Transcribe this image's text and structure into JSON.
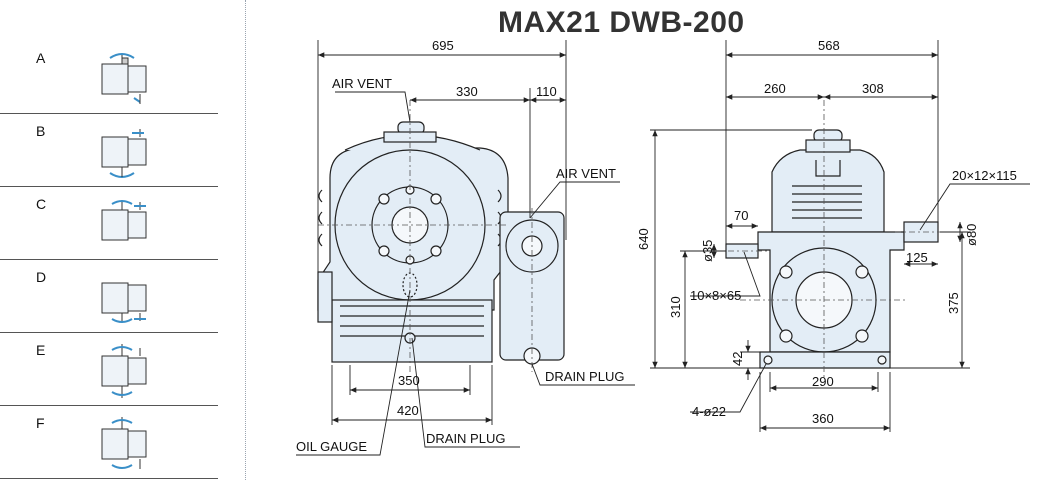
{
  "title": "MAX21 DWB-200",
  "mountings": [
    "A",
    "B",
    "C",
    "D",
    "E",
    "F"
  ],
  "colors": {
    "body_fill": "#e3edf6",
    "line": "#222222",
    "arrow": "#3a8fc8"
  },
  "front": {
    "overall_width": "695",
    "dim_330": "330",
    "dim_110": "110",
    "air_vent_left": "AIR VENT",
    "air_vent_right": "AIR VENT",
    "drain_plug_motor": "DRAIN PLUG",
    "base_350": "350",
    "base_420": "420",
    "oil_gauge": "OIL GAUGE",
    "drain_plug_base": "DRAIN PLUG"
  },
  "side": {
    "overall_width": "568",
    "dim_260": "260",
    "dim_308": "308",
    "height_640": "640",
    "key_size": "20×12×115",
    "dim_70": "70",
    "shaft_dia_80": "ø80",
    "shaft_dia_35": "ø35",
    "dim_125": "125",
    "height_310": "310",
    "key_small": "10×8×65",
    "height_375": "375",
    "foot_42": "42",
    "holes": "4-ø22",
    "foot_290": "290",
    "foot_360": "360"
  }
}
